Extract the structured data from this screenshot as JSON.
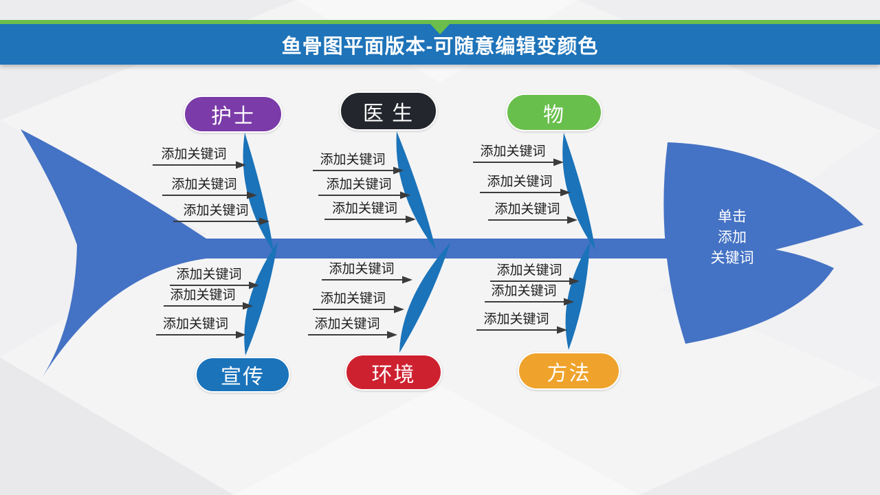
{
  "header": {
    "title": "鱼骨图平面版本-可随意编辑变颜色"
  },
  "colors": {
    "header_bar": "#1e73b9",
    "accent_green": "#6bbe4b",
    "fish_body": "#4472c4",
    "rib_blue": "#1b73b9",
    "arrow": "#3b3b3b"
  },
  "head": {
    "lines": [
      "单击",
      "添加",
      "关键词"
    ]
  },
  "branches": [
    {
      "id": "nurse",
      "label": "护士",
      "color": "#7b3ba8",
      "side": "top",
      "arrows": [
        "添加关键词",
        "添加关键词",
        "添加关键词"
      ]
    },
    {
      "id": "doctor",
      "label": "医 生",
      "color": "#23262c",
      "side": "top",
      "arrows": [
        "添加关键词",
        "添加关键词",
        "添加关键词"
      ]
    },
    {
      "id": "material",
      "label": "物",
      "color": "#69bf4c",
      "side": "top",
      "arrows": [
        "添加关键词",
        "添加关键词",
        "添加关键词"
      ]
    },
    {
      "id": "publicity",
      "label": "宣传",
      "color": "#1b73ba",
      "side": "bottom",
      "arrows": [
        "添加关键词",
        "添加关键词",
        "添加关键词"
      ]
    },
    {
      "id": "environment",
      "label": "环境",
      "color": "#ce2130",
      "side": "bottom",
      "arrows": [
        "添加关键词",
        "添加关键词",
        "添加关键词"
      ]
    },
    {
      "id": "method",
      "label": "方法",
      "color": "#efa32c",
      "side": "bottom",
      "arrows": [
        "添加关键词",
        "添加关键词",
        "添加关键词"
      ]
    }
  ]
}
